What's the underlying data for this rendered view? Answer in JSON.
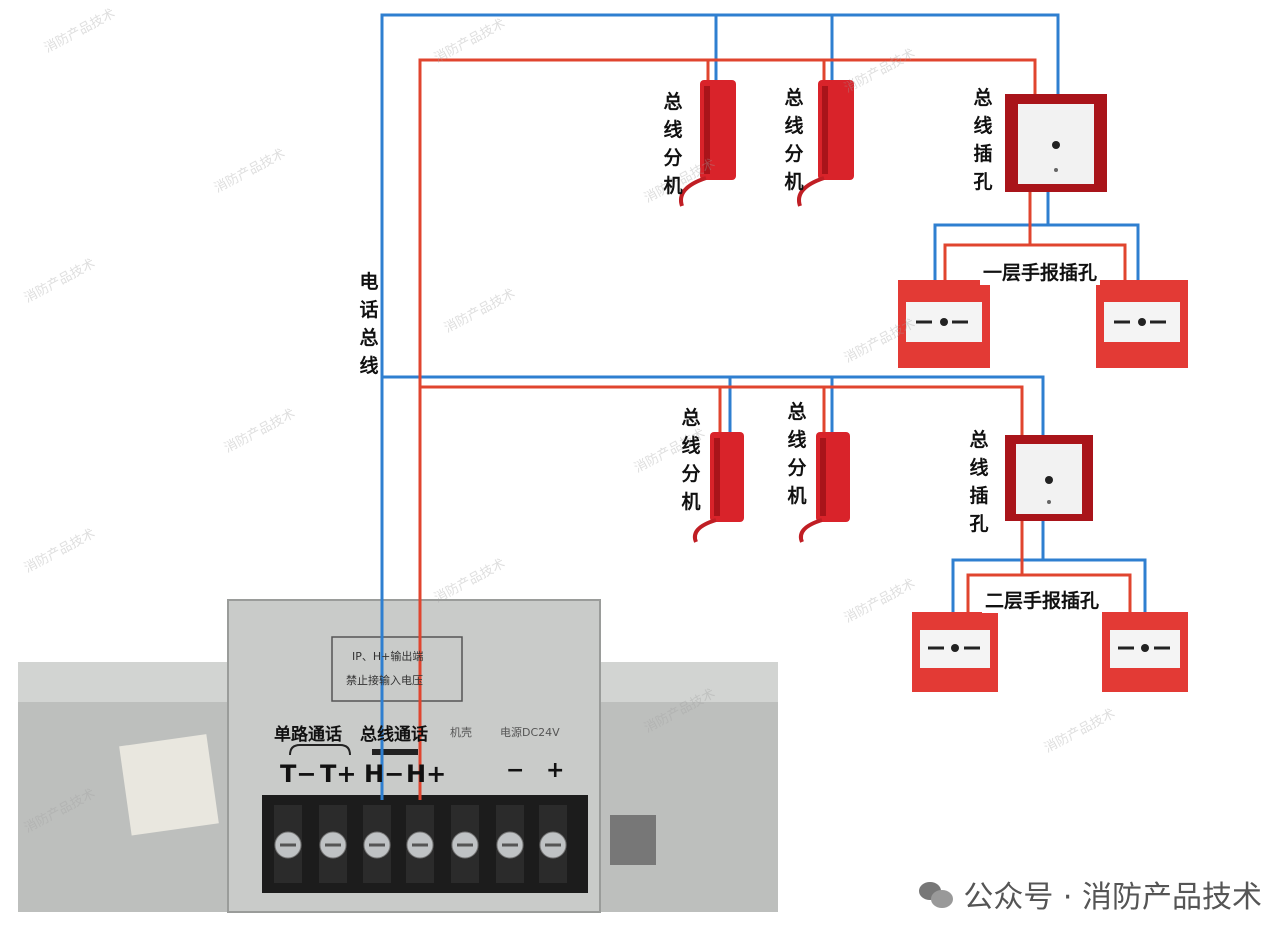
{
  "colors": {
    "blue_wire": "#2f7fd0",
    "red_wire": "#e0452f",
    "device_red": "#d9232a",
    "panel_gray": "#c9cbc9",
    "box_gray": "#b8bab8"
  },
  "labels": {
    "bus_line": "电话总线",
    "extension": "总线分机",
    "jack": "总线插孔",
    "floor1": "一层手报插孔",
    "floor2": "二层手报插孔"
  },
  "panel": {
    "warning_line1": "IP、H+输出端",
    "warning_line2": "禁止接输入电压",
    "group_single": "单路通话",
    "group_bus": "总线通话",
    "group_ext": "机壳",
    "group_power": "电源DC24V",
    "t_minus": "T−",
    "t_plus": "T+",
    "h_minus": "H−",
    "h_plus": "H+",
    "p_minus": "−",
    "p_plus": "+"
  },
  "watermark": "消防产品技术",
  "footer": {
    "text": "公众号 · 消防产品技术",
    "icon": "wechat-icon"
  }
}
